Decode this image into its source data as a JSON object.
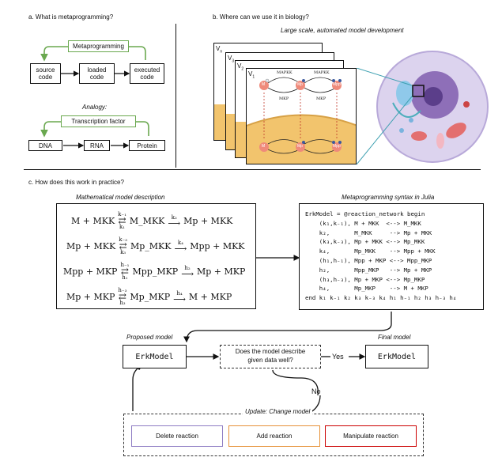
{
  "panel_a": {
    "title": "a. What is metaprogramming?",
    "metaprogramming": "Metaprogramming",
    "source_code": [
      "source",
      "code"
    ],
    "loaded_code": [
      "loaded",
      "code"
    ],
    "executed_code": [
      "executed",
      "code"
    ],
    "analogy": "Analogy:",
    "transcription_factor": "Transcription factor",
    "dna": "DNA",
    "rna": "RNA",
    "protein": "Protein"
  },
  "panel_b": {
    "title": "b. Where can we use it in biology?",
    "subtitle": "Large scale, automated model development",
    "versions": [
      "Vn",
      "V3",
      "V2",
      "V1"
    ],
    "mapkk": "MAPKK",
    "mkp": "MKP",
    "nodes": [
      "M",
      "Mp",
      "Mpp"
    ]
  },
  "panel_c": {
    "title": "c. How does this work in practice?",
    "math_title": "Mathematical model description",
    "syntax_title": "Metaprogramming syntax in Julia",
    "equations": [
      {
        "lhs": "M + MKK",
        "k_top": "k₋₁",
        "k_bot": "k₁",
        "mid": "M_MKK",
        "k2": "k₂",
        "rhs": "Mp + MKK"
      },
      {
        "lhs": "Mp + MKK",
        "k_top": "k₋₃",
        "k_bot": "k₃",
        "mid": "Mp_MKK",
        "k2": "k₄",
        "rhs": "Mpp + MKK"
      },
      {
        "lhs": "Mpp + MKP",
        "k_top": "h₋₁",
        "k_bot": "h₁",
        "mid": "Mpp_MKP",
        "k2": "h₂",
        "rhs": "Mp + MKP"
      },
      {
        "lhs": "Mp + MKP",
        "k_top": "h₋₃",
        "k_bot": "h₃",
        "mid": "Mp_MKP",
        "k2": "h₄",
        "rhs": "M + MKP"
      }
    ],
    "code_lines": [
      "ErkModel = @reaction_network begin",
      "    (k₁,k₋₁), M + MKK  <--> M_MKK",
      "    k₂,       M_MKK     --> Mp + MKK",
      "    (k₃,k₋₃), Mp + MKK <--> Mp_MKK",
      "    k₄,       Mp_MKK    --> Mpp + MKK",
      "    (h₁,h₋₁), Mpp + MKP <--> Mpp_MKP",
      "    h₂,       Mpp_MKP   --> Mp + MKP",
      "    (h₃,h₋₃), Mp + MKP <--> Mp_MKP",
      "    h₄,       Mp_MKP    --> M + MKP",
      "end k₁ k₋₁ k₂ k₃ k₋₃ k₄ h₁ h₋₁ h₂ h₃ h₋₃ h₄"
    ],
    "proposed_model": "Proposed model",
    "final_model": "Final model",
    "erk_model": "ErkModel",
    "question": [
      "Does the model describe",
      "given data well?"
    ],
    "yes": "Yes",
    "no": "No",
    "update_title": "Update: Change model",
    "delete_reaction": "Delete reaction",
    "add_reaction": "Add reaction",
    "manipulate_reaction": "Manipulate reaction",
    "colors": {
      "green": "#6aa84f",
      "purple": "#8e7cc3",
      "orange": "#e69138",
      "red": "#cc0000",
      "cell_fill": "#dcd3ee",
      "nucleus": "#8e6fb8",
      "tissue": "#f2c46d",
      "node": "#ef8a7a"
    }
  }
}
